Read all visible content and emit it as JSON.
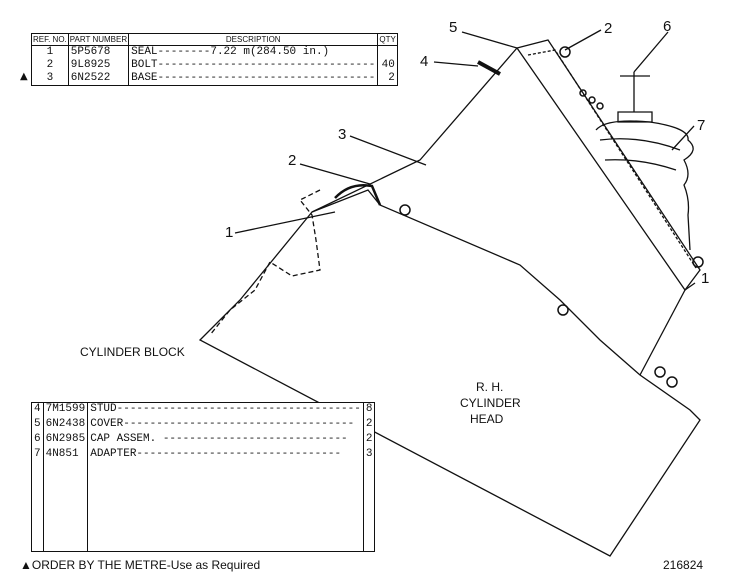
{
  "parts_table_top": {
    "headers": {
      "ref_no": "REF. NO.",
      "part_number": "PART NUMBER",
      "description": "DESCRIPTION",
      "qty": "QTY"
    },
    "rows": [
      {
        "marker": "▲",
        "ref": "1",
        "part": "5P5678",
        "desc": "SEAL--------7.22 m(284.50 in.)",
        "qty": ""
      },
      {
        "marker": "",
        "ref": "2",
        "part": "9L8925",
        "desc": "BOLT---------------------------------",
        "qty": "40"
      },
      {
        "marker": "",
        "ref": "3",
        "part": "6N2522",
        "desc": "BASE---------------------------------",
        "qty": "2"
      }
    ]
  },
  "parts_table_bottom": {
    "rows": [
      {
        "ref": "4",
        "part": "7M1599",
        "desc": "STUD-------------------------------------",
        "qty": "8"
      },
      {
        "ref": "5",
        "part": "6N2438",
        "desc": "COVER-----------------------------------",
        "qty": "2"
      },
      {
        "ref": "6",
        "part": "6N2985",
        "desc": "CAP ASSEM. ----------------------------",
        "qty": "2"
      },
      {
        "ref": "7",
        "part": "4N851",
        "desc": "ADAPTER-------------------------------",
        "qty": "3"
      }
    ]
  },
  "diagram": {
    "cylinder_block_label": "CYLINDER BLOCK",
    "cylinder_head_label": [
      "R. H.",
      "CYLINDER",
      "HEAD"
    ],
    "callouts": {
      "c1_left": "1",
      "c1_right": "1",
      "c2_left": "2",
      "c2_top": "2",
      "c3": "3",
      "c4": "4",
      "c5": "5",
      "c6": "6",
      "c7": "7"
    }
  },
  "footnote": "▲ORDER BY THE METRE-Use as Required",
  "figure_number": "216824"
}
